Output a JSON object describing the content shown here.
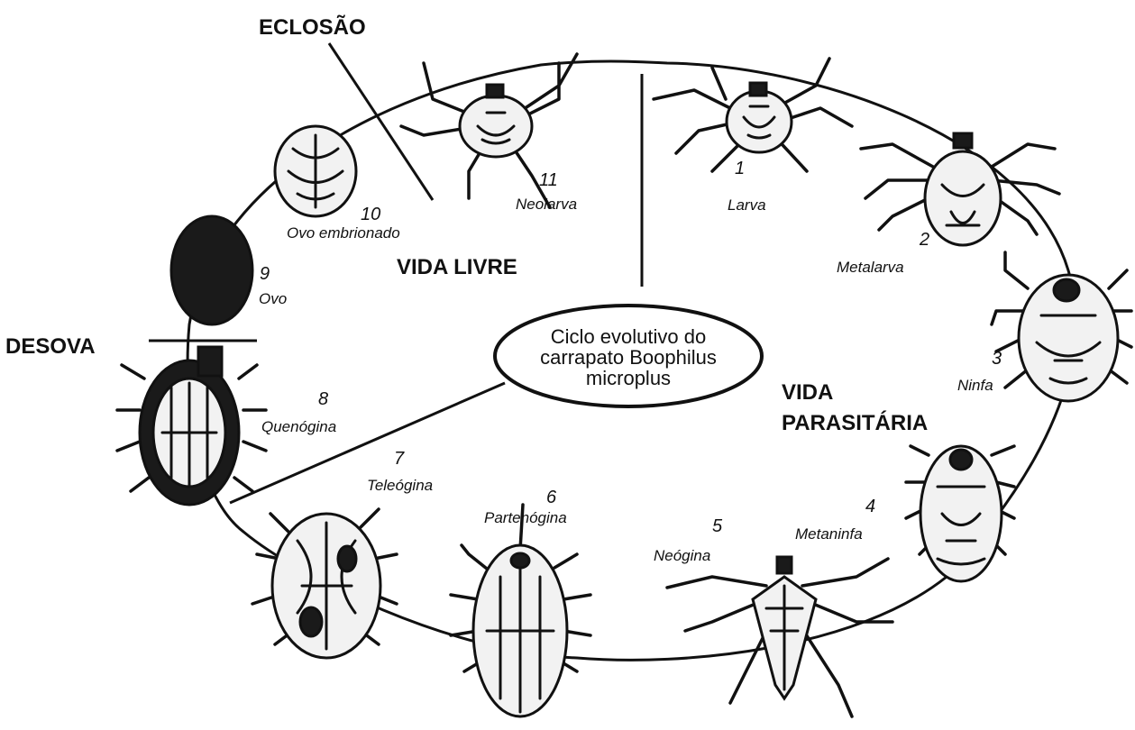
{
  "labels": {
    "eclosao": "ECLOSÃO",
    "desova": "DESOVA",
    "vida_livre": "VIDA LIVRE",
    "vida_parasitaria_line1": "VIDA",
    "vida_parasitaria_line2": "PARASITÁRIA",
    "center_line1": "Ciclo evolutivo do",
    "center_line2": "carrapato Boophilus",
    "center_line3": "microplus"
  },
  "stages": [
    {
      "number": "1",
      "name": "Larva"
    },
    {
      "number": "2",
      "name": "Metalarva"
    },
    {
      "number": "3",
      "name": "Ninfa"
    },
    {
      "number": "4",
      "name": "Metaninfa"
    },
    {
      "number": "5",
      "name": "Neógina"
    },
    {
      "number": "6",
      "name": "Partenógina"
    },
    {
      "number": "7",
      "name": "Teleógina"
    },
    {
      "number": "8",
      "name": "Quenógina"
    },
    {
      "number": "9",
      "name": "Ovo"
    },
    {
      "number": "10",
      "name": "Ovo embrionado"
    },
    {
      "number": "11",
      "name": "Neolarva"
    }
  ]
}
